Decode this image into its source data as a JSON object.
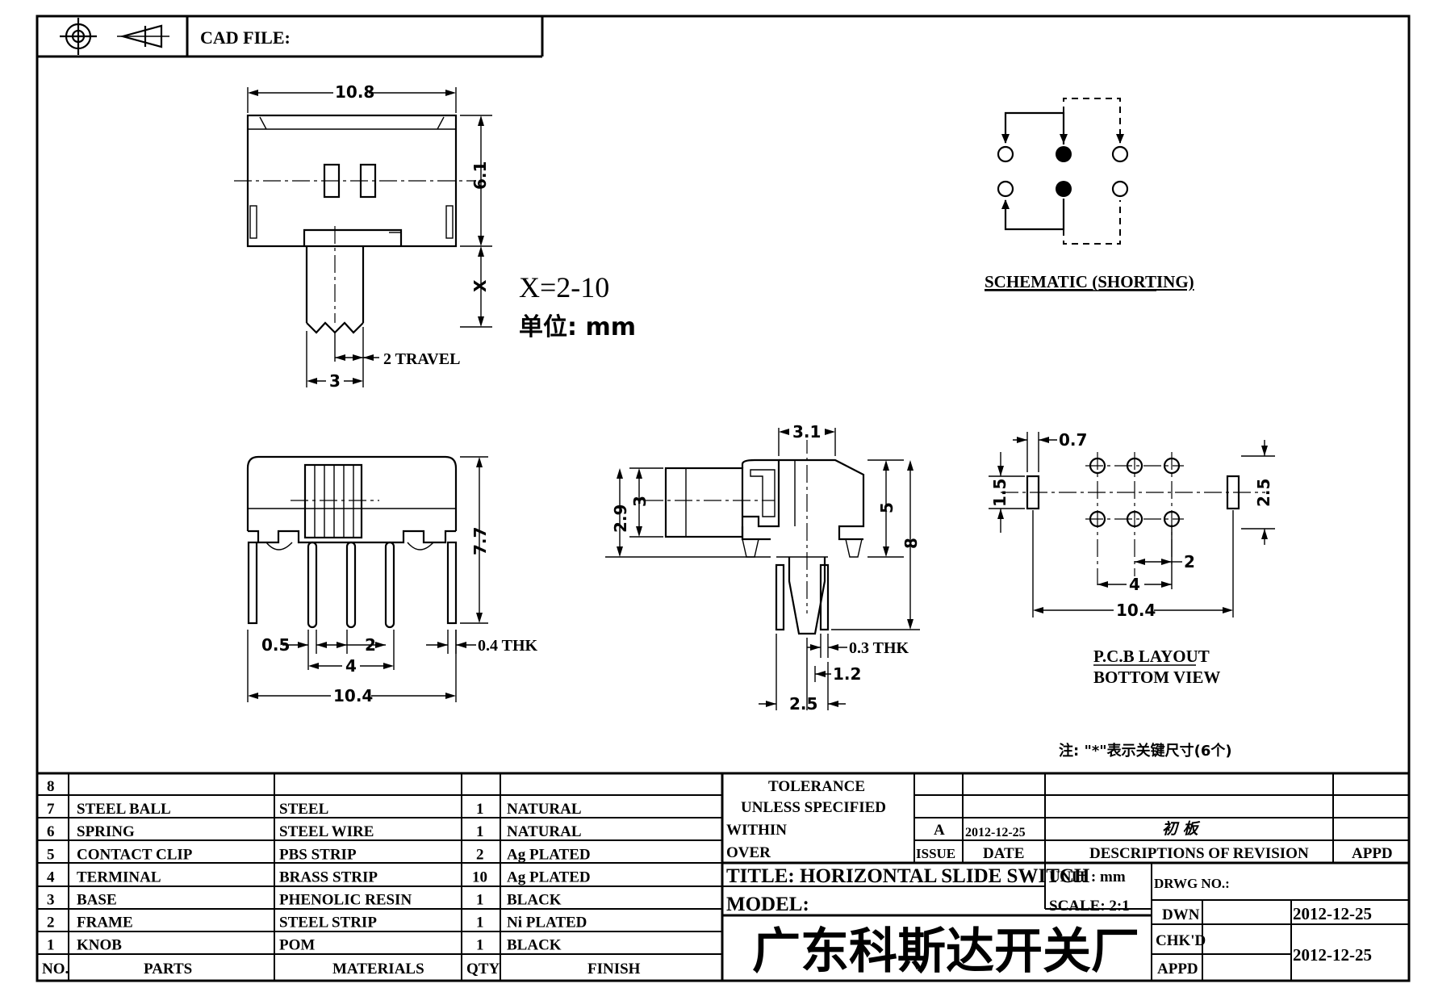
{
  "header": {
    "cad_file_label": "CAD FILE:",
    "projection_icons": [
      "crosshair-circle-icon",
      "cone-projection-icon"
    ]
  },
  "top_view": {
    "dim_width": "10.8",
    "dim_height": "6.1",
    "dim_x": "X",
    "dim_knob": "3",
    "travel": "2 TRAVEL",
    "x_range": "X=2-10",
    "unit": "单位: mm"
  },
  "schematic": {
    "caption": "SCHEMATIC (SHORTING)"
  },
  "front_view": {
    "dim_height": "7.7",
    "dim_pin": "0.5",
    "dim_pitch": "2",
    "dim_outer_pitch": "4",
    "dim_thk": "0.4 THK",
    "dim_total": "10.4"
  },
  "side_view": {
    "dim_top": "3.1",
    "dim_knob_h": "3",
    "dim_left": "2.9",
    "dim_body": "5",
    "dim_total": "8",
    "dim_thk": "0.3 THK",
    "dim_pin_gap": "1.2",
    "dim_pin_span": "2.5"
  },
  "pcb": {
    "dim_hole": "0.7",
    "dim_slot_left": "1.5",
    "dim_slot_right": "2.5",
    "dim_pitch": "2",
    "dim_span": "4",
    "dim_total": "10.4",
    "caption_line1": "P.C.B LAYOUT",
    "caption_line2": "BOTTOM VIEW"
  },
  "note": "注: \"*\"表示关键尺寸(6个)",
  "parts_table": {
    "headers": [
      "NO.",
      "PARTS",
      "MATERIALS",
      "QTY",
      "FINISH"
    ],
    "rows": [
      {
        "no": "8",
        "part": "",
        "material": "",
        "qty": "",
        "finish": ""
      },
      {
        "no": "7",
        "part": "STEEL BALL",
        "material": "STEEL",
        "qty": "1",
        "finish": "NATURAL"
      },
      {
        "no": "6",
        "part": "SPRING",
        "material": "STEEL WIRE",
        "qty": "1",
        "finish": "NATURAL"
      },
      {
        "no": "5",
        "part": "CONTACT CLIP",
        "material": "PBS STRIP",
        "qty": "2",
        "finish": "Ag PLATED"
      },
      {
        "no": "4",
        "part": "TERMINAL",
        "material": "BRASS STRIP",
        "qty": "10",
        "finish": "Ag PLATED"
      },
      {
        "no": "3",
        "part": "BASE",
        "material": "PHENOLIC RESIN",
        "qty": "1",
        "finish": "BLACK"
      },
      {
        "no": "2",
        "part": "FRAME",
        "material": "STEEL STRIP",
        "qty": "1",
        "finish": "Ni PLATED"
      },
      {
        "no": "1",
        "part": "KNOB",
        "material": "POM",
        "qty": "1",
        "finish": "BLACK"
      }
    ]
  },
  "title_block": {
    "tolerance": "TOLERANCE",
    "unless": "UNLESS   SPECIFIED",
    "within": "WITHIN",
    "over": "OVER",
    "issue_value": "A",
    "issue_date": "2012-12-25",
    "revision_desc": "初 板",
    "issue_label": "ISSUE",
    "date_label": "DATE",
    "descriptions_label": "DESCRIPTIONS OF REVISION",
    "appd_label": "APPD",
    "title": "TITLE: HORIZONTAL SLIDE SWITCH",
    "unit": "UNIT : mm",
    "drwg_no": "DRWG NO.:",
    "model": "MODEL:",
    "scale": "SCALE: 2:1",
    "dwn": "DWN",
    "dwn_date": "2012-12-25",
    "chkd": "CHK'D",
    "appd": "APPD",
    "chk_date": "2012-12-25",
    "company": "广东科斯达开关厂"
  }
}
